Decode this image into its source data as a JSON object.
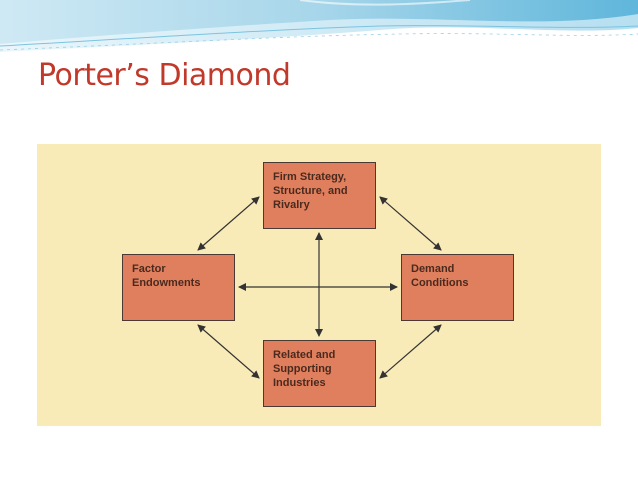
{
  "slide": {
    "title": "Porter’s Diamond"
  },
  "diagram": {
    "boxes": {
      "top": [
        "Firm Strategy,",
        "Structure, and",
        "Rivalry"
      ],
      "left": [
        "Factor",
        "Endowments"
      ],
      "right": [
        "Demand",
        "Conditions"
      ],
      "bottom": [
        "Related and",
        "Supporting",
        "Industries"
      ]
    }
  },
  "colors": {
    "title": "#c0392b",
    "figure_background": "#f8ebb7",
    "box_fill": "#e07f5e",
    "box_border": "#4a3a33",
    "arrow": "#333333"
  }
}
